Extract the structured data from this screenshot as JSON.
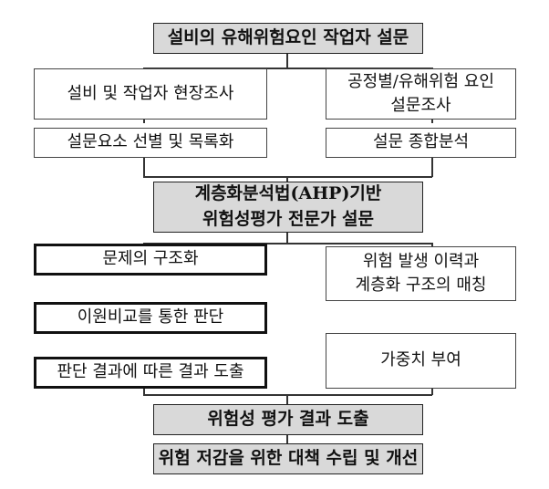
{
  "steps": {
    "top": "설비의 유해위험요인 작업자 설문",
    "left1": "설비 및 작업자 현장조사",
    "right1_line1": "공정별/유해위험 요인",
    "right1_line2": "설문조사",
    "left2": "설문요소 선별 및 목록화",
    "right2": "설문 종합분석",
    "ahp_line1": "계층화분석법(AHP)기반",
    "ahp_line2": "위험성평가 전문가 설문",
    "left3": "문제의 구조화",
    "left4": "이원비교를 통한 판단",
    "left5": "판단 결과에 따른 결과 도출",
    "right3_line1": "위험 발생 이력과",
    "right3_line2": "계층화 구조의 매칭",
    "right4": "가중치 부여",
    "result": "위험성 평가 결과 도출",
    "final": "위험 저감을 위한 대책 수립 및 개선"
  }
}
